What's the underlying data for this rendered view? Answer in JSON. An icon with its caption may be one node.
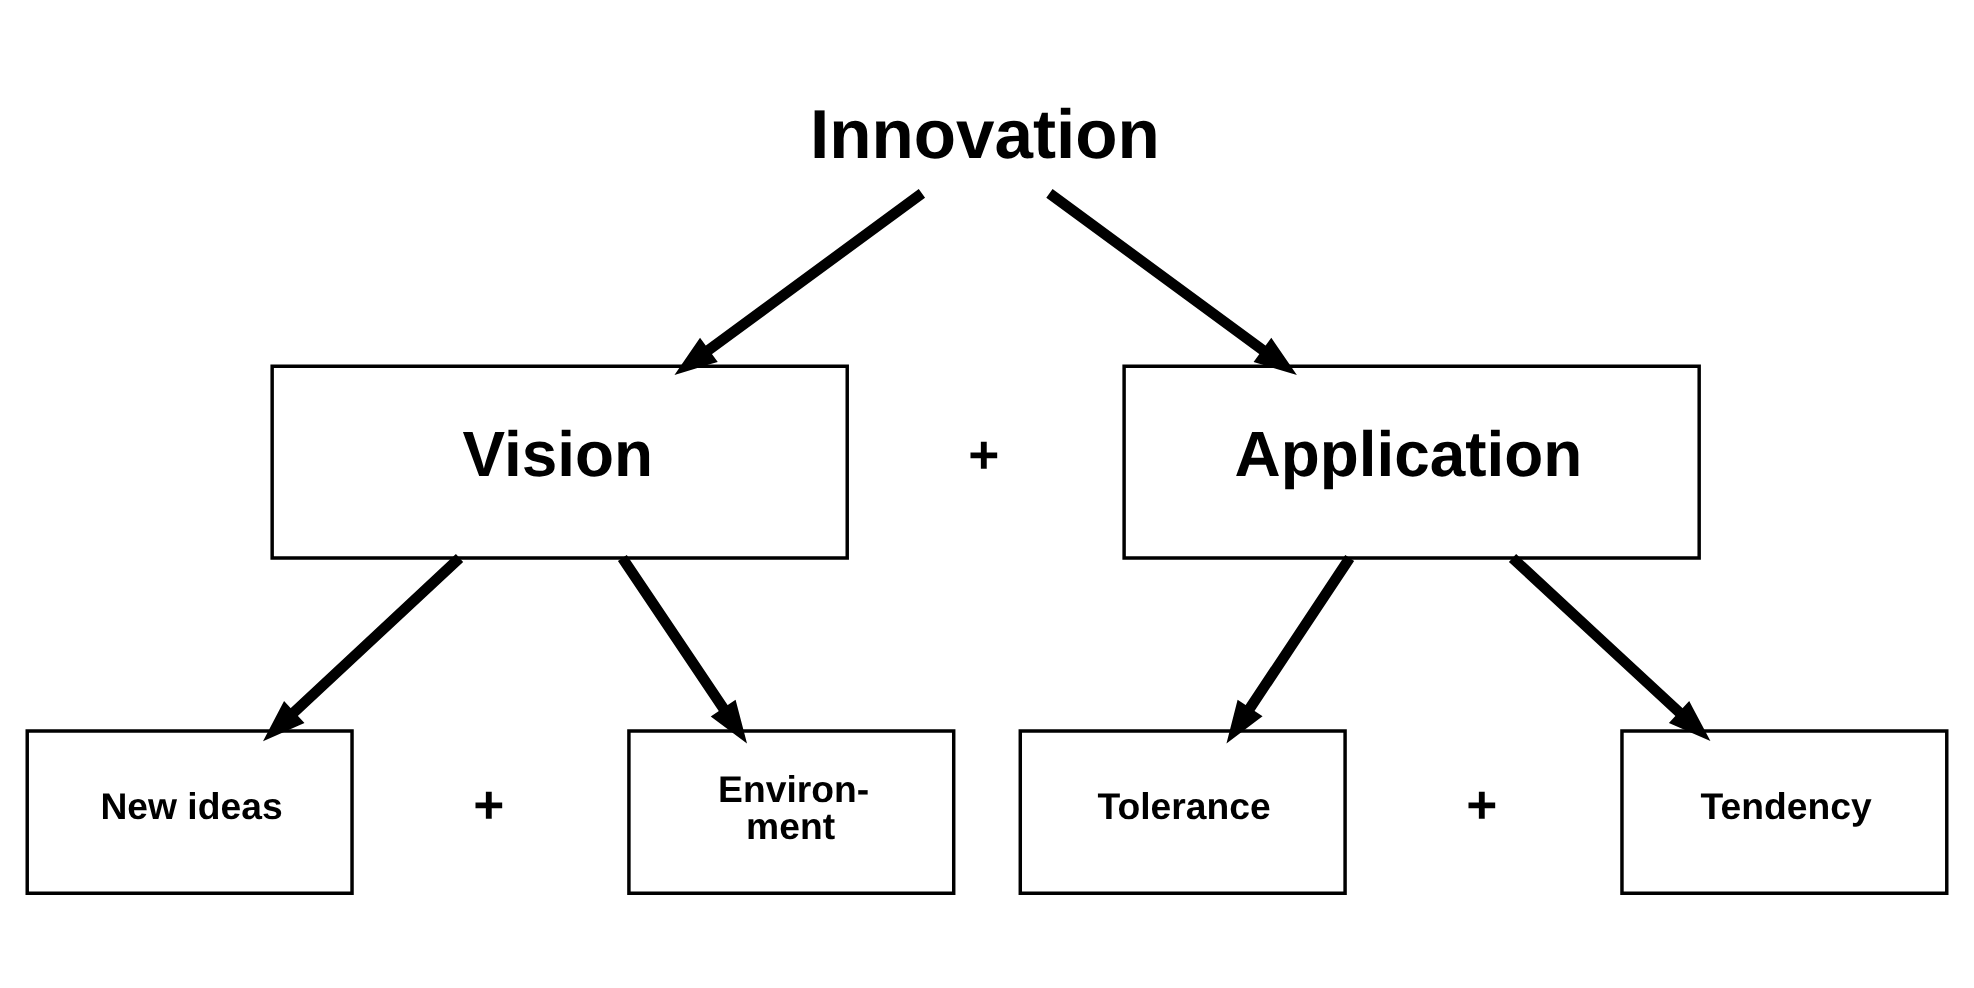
{
  "diagram": {
    "nodes": [
      {
        "text": [
          "Innovation"
        ]
      },
      {
        "text": [
          "Vision"
        ]
      },
      {
        "text": [
          "Application"
        ]
      },
      {
        "text": [
          "New ideas"
        ]
      },
      {
        "text": [
          "Environ- ment"
        ]
      },
      {
        "text": [
          "Tolerance"
        ]
      },
      {
        "text": [
          "Tendency"
        ]
      }
    ],
    "edges": [
      {
        "from": 0,
        "to": 1,
        "arrow": "to"
      },
      {
        "from": 0,
        "to": 2,
        "arrow": "to"
      },
      {
        "from": 1,
        "to": 3,
        "arrow": "to"
      },
      {
        "from": 1,
        "to": 4,
        "arrow": "to"
      },
      {
        "from": 2,
        "to": 5,
        "arrow": "to"
      },
      {
        "from": 2,
        "to": 6,
        "arrow": "to"
      }
    ],
    "labels": [
      "+",
      "+",
      "+"
    ]
  }
}
